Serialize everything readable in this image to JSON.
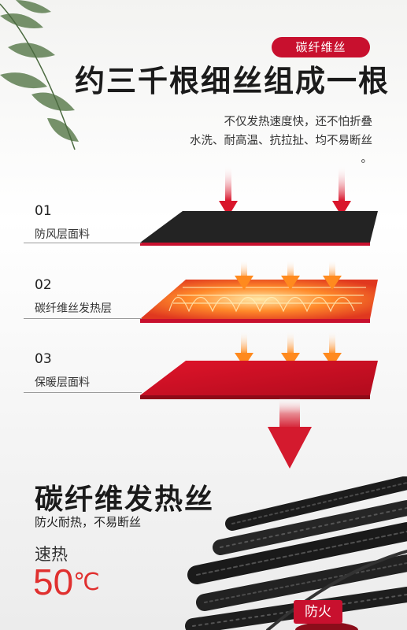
{
  "tag": "碳纤维丝",
  "headline": "约三千根细丝组成一根",
  "description": [
    "不仅发热速度快，还不怕折叠",
    "水洗、耐高温、抗拉扯、均不易断丝",
    "。"
  ],
  "layers": [
    {
      "number": "01",
      "label": "防风层面料"
    },
    {
      "number": "02",
      "label": "碳纤维丝发热层"
    },
    {
      "number": "03",
      "label": "保暖层面料"
    }
  ],
  "feature": {
    "title": "碳纤维发热丝",
    "subtitle": "防火耐热，不易断丝",
    "speed_label": "速热",
    "temperature": "50",
    "temperature_unit": "℃",
    "fire_tag": "防火"
  },
  "colors": {
    "accent": "#c8102e",
    "temperature": "#e0302f",
    "heat": "#ff8a2a"
  }
}
